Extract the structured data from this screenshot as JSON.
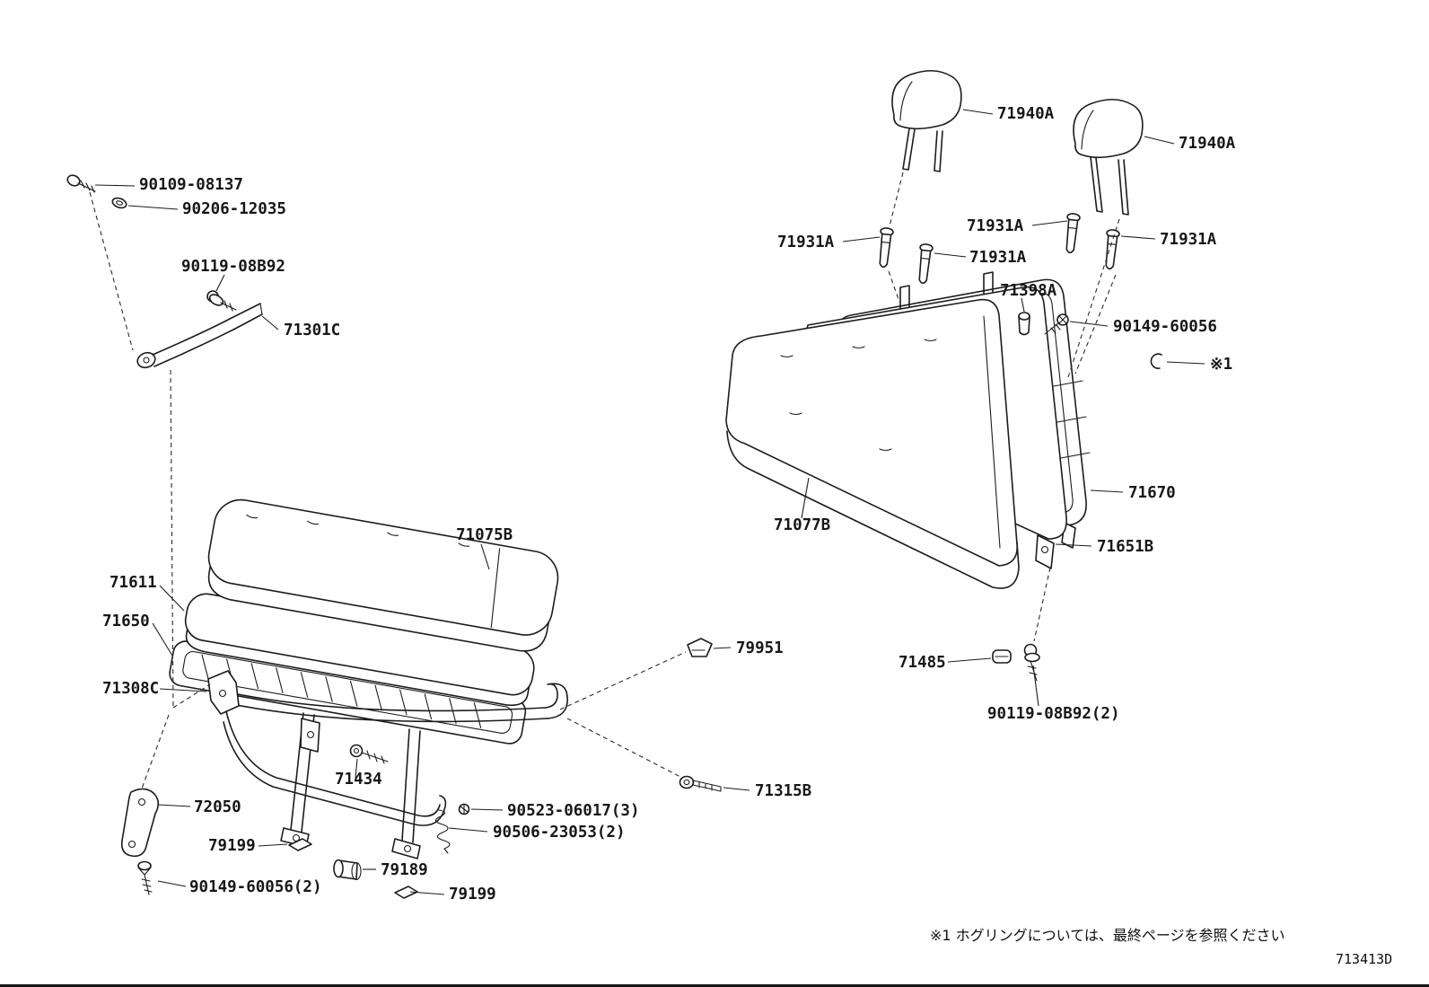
{
  "diagram": {
    "footnote": "※1  ホグリングについては、最終ページを参照ください",
    "code": "713413D"
  },
  "labels": {
    "bolt_90109_08137": "90109-08137",
    "washer_90206_12035": "90206-12035",
    "bolt_90119_08b92": "90119-08B92",
    "rod_71301c": "71301C",
    "cushion_71075b": "71075B",
    "pad_71611": "71611",
    "spring_71650": "71650",
    "frame_71308c": "71308C",
    "strap_72050": "72050",
    "clip_79199_a": "79199",
    "roller_79189": "79189",
    "screw_90149_60056_2": "90149-60056(2)",
    "clip_79199_b": "79199",
    "bolt_71434": "71434",
    "screw_90523_06017_3": "90523-06017(3)",
    "spring_90506_23053_2": "90506-23053(2)",
    "clip_79951": "79951",
    "bolt_71315b": "71315B",
    "headrest_71940a_a": "71940A",
    "headrest_71940a_b": "71940A",
    "guide_71931a_a": "71931A",
    "guide_71931a_b": "71931A",
    "guide_71931a_c": "71931A",
    "guide_71931a_d": "71931A",
    "cap_71398a": "71398A",
    "screw_90149_60056": "90149-60056",
    "ref_note_1": "※1",
    "back_71077b": "71077B",
    "frame_71670": "71670",
    "board_71651b": "71651B",
    "cap_71485": "71485",
    "bolt_90119_08b92_2": "90119-08B92(2)"
  }
}
